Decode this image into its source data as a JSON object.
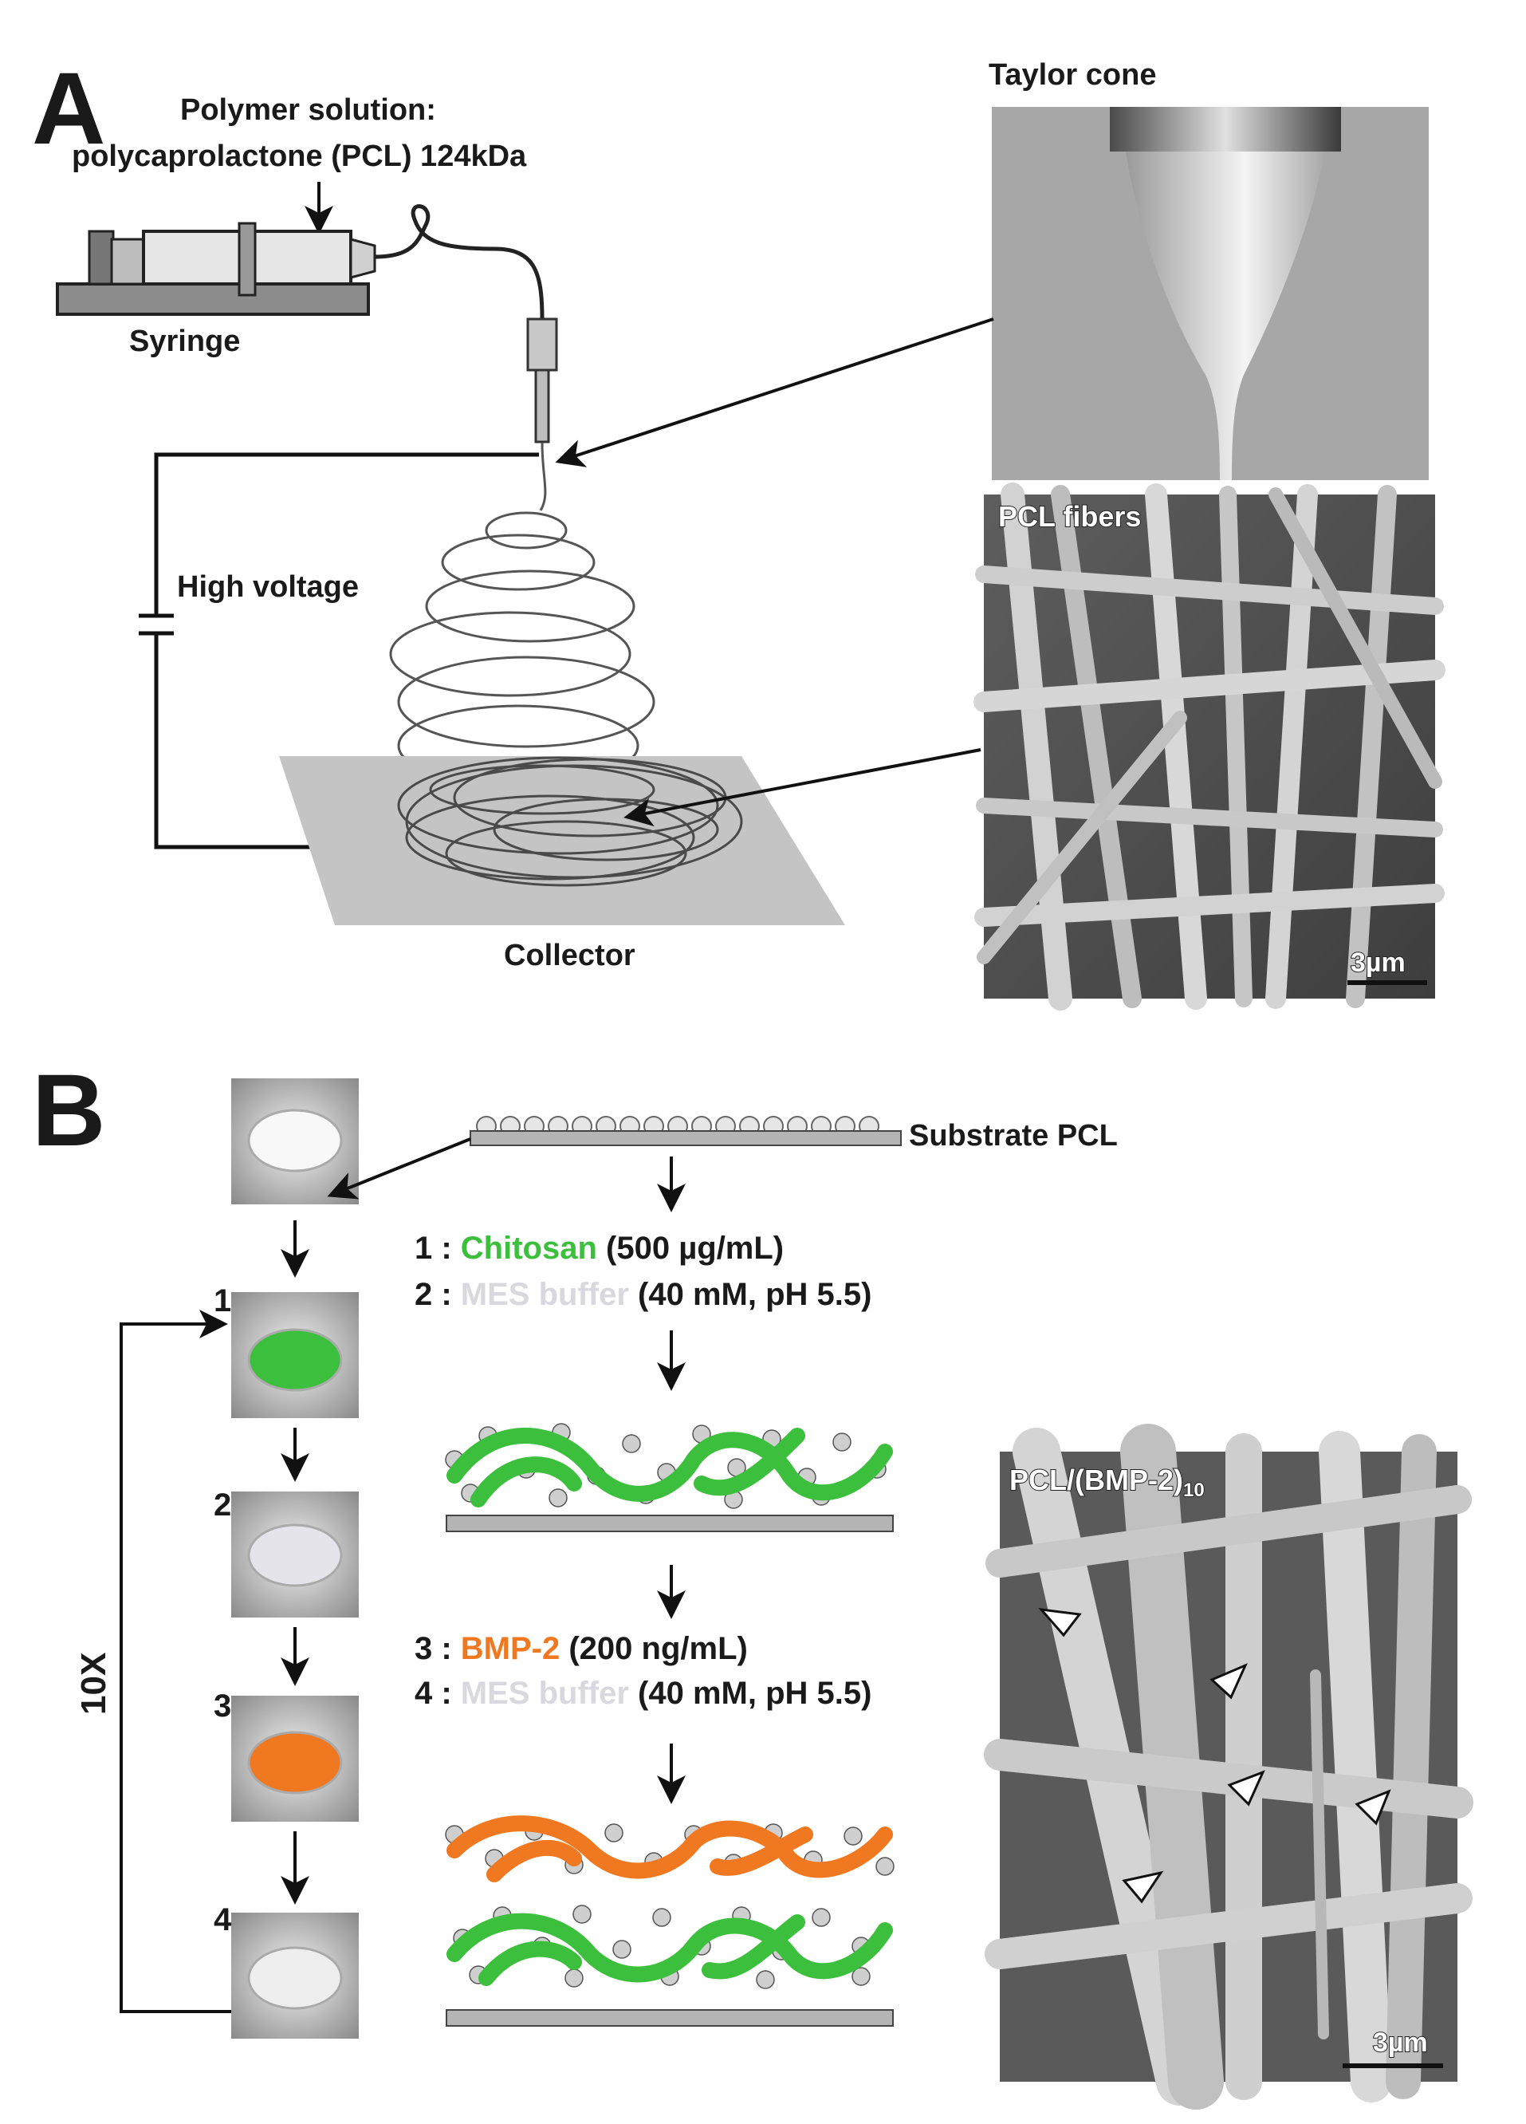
{
  "panel_a": {
    "letter": "A",
    "polymer_label_line1": "Polymer solution:",
    "polymer_label_line2": "polycaprolactone (PCL) 124kDa",
    "syringe_label": "Syringe",
    "high_voltage_label": "High voltage",
    "collector_label": "Collector",
    "taylor_cone_label": "Taylor cone",
    "pcl_fibers_label": "PCL fibers",
    "scale_bar_label": "3µm"
  },
  "panel_b": {
    "letter": "B",
    "substrate_label": "Substrate PCL",
    "loop_label": "10X",
    "step_numbers": [
      "1",
      "2",
      "3",
      "4"
    ],
    "step1": {
      "num": "1 : ",
      "name": "Chitosan",
      "detail": " (500 µg/mL)"
    },
    "step2": {
      "num": "2 : ",
      "name": "MES buffer",
      "detail": " (40 mM, pH 5.5)"
    },
    "step3": {
      "num": "3 : ",
      "name": "BMP-2",
      "detail": " (200 ng/mL)"
    },
    "step4": {
      "num": "4 : ",
      "name": "MES buffer",
      "detail": " (40 mM, pH 5.5)"
    },
    "sem_label_main": "PCL/(BMP-2)",
    "sem_label_sub": "10",
    "scale_bar_label": "3µm"
  },
  "colors": {
    "chitosan": "#3cbf3c",
    "bmp2": "#f07820",
    "mes_buffer": "#d8d8de",
    "text": "#1a1a1a"
  }
}
